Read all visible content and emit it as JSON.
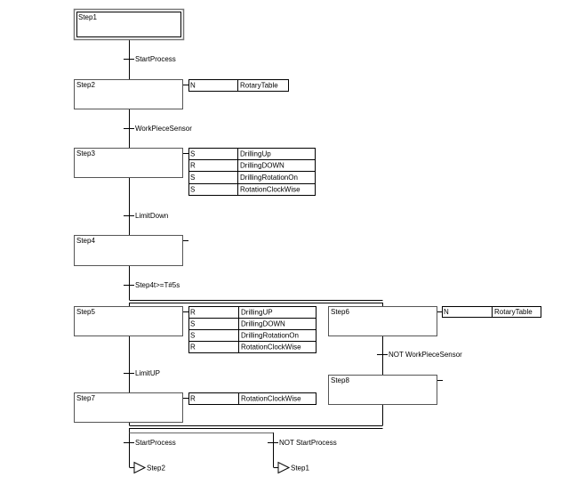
{
  "diagram": {
    "type": "SFC (Sequential Function Chart)",
    "steps": [
      {
        "id": "step1",
        "name": "Step1",
        "initial": true,
        "actions": []
      },
      {
        "id": "step2",
        "name": "Step2",
        "actions": [
          {
            "qualifier": "N",
            "action": "RotaryTable"
          }
        ]
      },
      {
        "id": "step3",
        "name": "Step3",
        "actions": [
          {
            "qualifier": "S",
            "action": "DrillingUp"
          },
          {
            "qualifier": "R",
            "action": "DrillingDOWN"
          },
          {
            "qualifier": "S",
            "action": "DrillingRotationOn"
          },
          {
            "qualifier": "S",
            "action": "RotationClockWise"
          }
        ]
      },
      {
        "id": "step4",
        "name": "Step4",
        "actions": []
      },
      {
        "id": "step5",
        "name": "Step5",
        "actions": [
          {
            "qualifier": "R",
            "action": "DrillingUP"
          },
          {
            "qualifier": "S",
            "action": "DrillingDOWN"
          },
          {
            "qualifier": "S",
            "action": "DrillingRotationOn"
          },
          {
            "qualifier": "R",
            "action": "RotationClockWise"
          }
        ]
      },
      {
        "id": "step6",
        "name": "Step6",
        "actions": [
          {
            "qualifier": "N",
            "action": "RotaryTable"
          }
        ]
      },
      {
        "id": "step7",
        "name": "Step7",
        "actions": [
          {
            "qualifier": "R",
            "action": "RotationClockWise"
          }
        ]
      },
      {
        "id": "step8",
        "name": "Step8",
        "actions": []
      }
    ],
    "transitions": [
      {
        "id": "t1",
        "condition": "StartProcess"
      },
      {
        "id": "t2",
        "condition": "WorkPieceSensor"
      },
      {
        "id": "t3",
        "condition": "LimitDown"
      },
      {
        "id": "t4",
        "condition": "Step4t>=T#5s"
      },
      {
        "id": "t5",
        "condition": "LimitUP"
      },
      {
        "id": "t6",
        "condition": "NOT WorkPieceSensor"
      },
      {
        "id": "t7",
        "condition": "StartProcess"
      },
      {
        "id": "t8",
        "condition": "NOT StartProcess"
      }
    ],
    "jumps": [
      {
        "id": "jump1",
        "target": "Step2"
      },
      {
        "id": "jump2",
        "target": "Step1"
      }
    ]
  }
}
